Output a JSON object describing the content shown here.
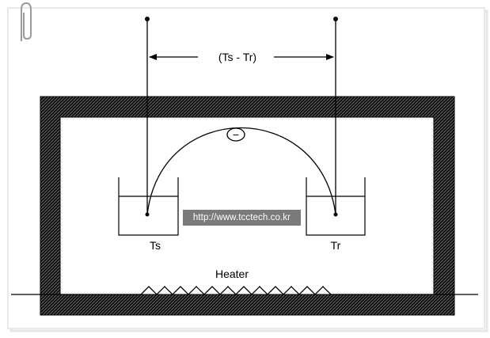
{
  "labels": {
    "difference": "(Ts - Tr)",
    "sample": "Ts",
    "reference": "Tr",
    "heater": "Heater",
    "electron": "−"
  },
  "watermark": "http://www.tcctech.co.kr"
}
